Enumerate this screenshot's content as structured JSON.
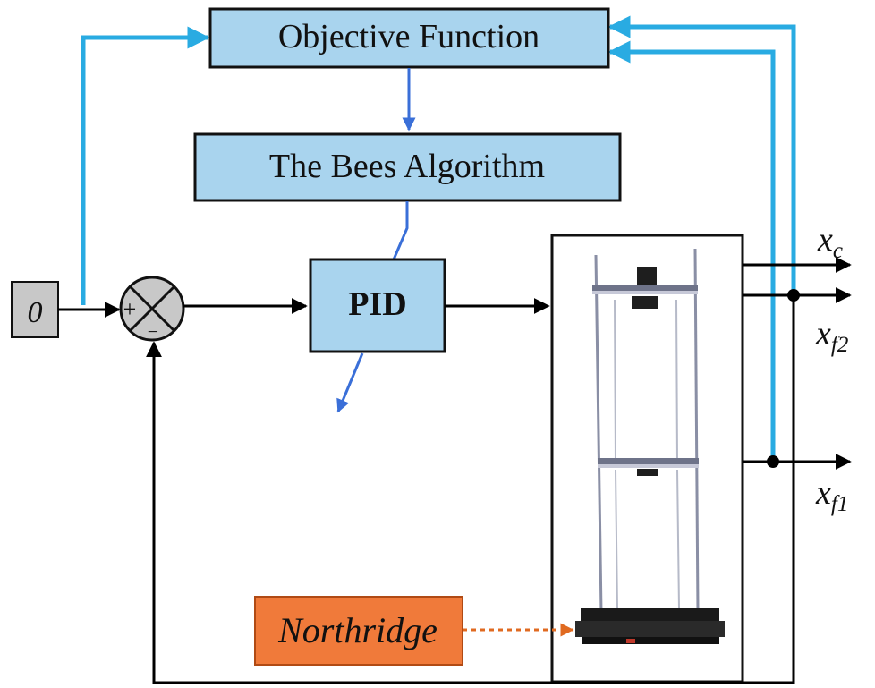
{
  "blocks": {
    "objective": "Objective Function",
    "bees": "The Bees Algorithm",
    "pid": "PID",
    "input": "0",
    "plus": "+",
    "minus": "−",
    "disturbance": "Northridge"
  },
  "outputs": {
    "xc": {
      "base": "x",
      "sub": "c"
    },
    "xf2": {
      "base": "x",
      "sub": "f2"
    },
    "xf1": {
      "base": "x",
      "sub": "f1"
    }
  },
  "colors": {
    "block_fill": "#a9d4ee",
    "feedback_line": "#29abe2",
    "tuning_arrow": "#3a6fd8",
    "signal_line": "#000000",
    "input_fill": "#c8c8c8",
    "disturbance_fill": "#f07a3a",
    "disturbance_arrow": "#e06a20"
  }
}
